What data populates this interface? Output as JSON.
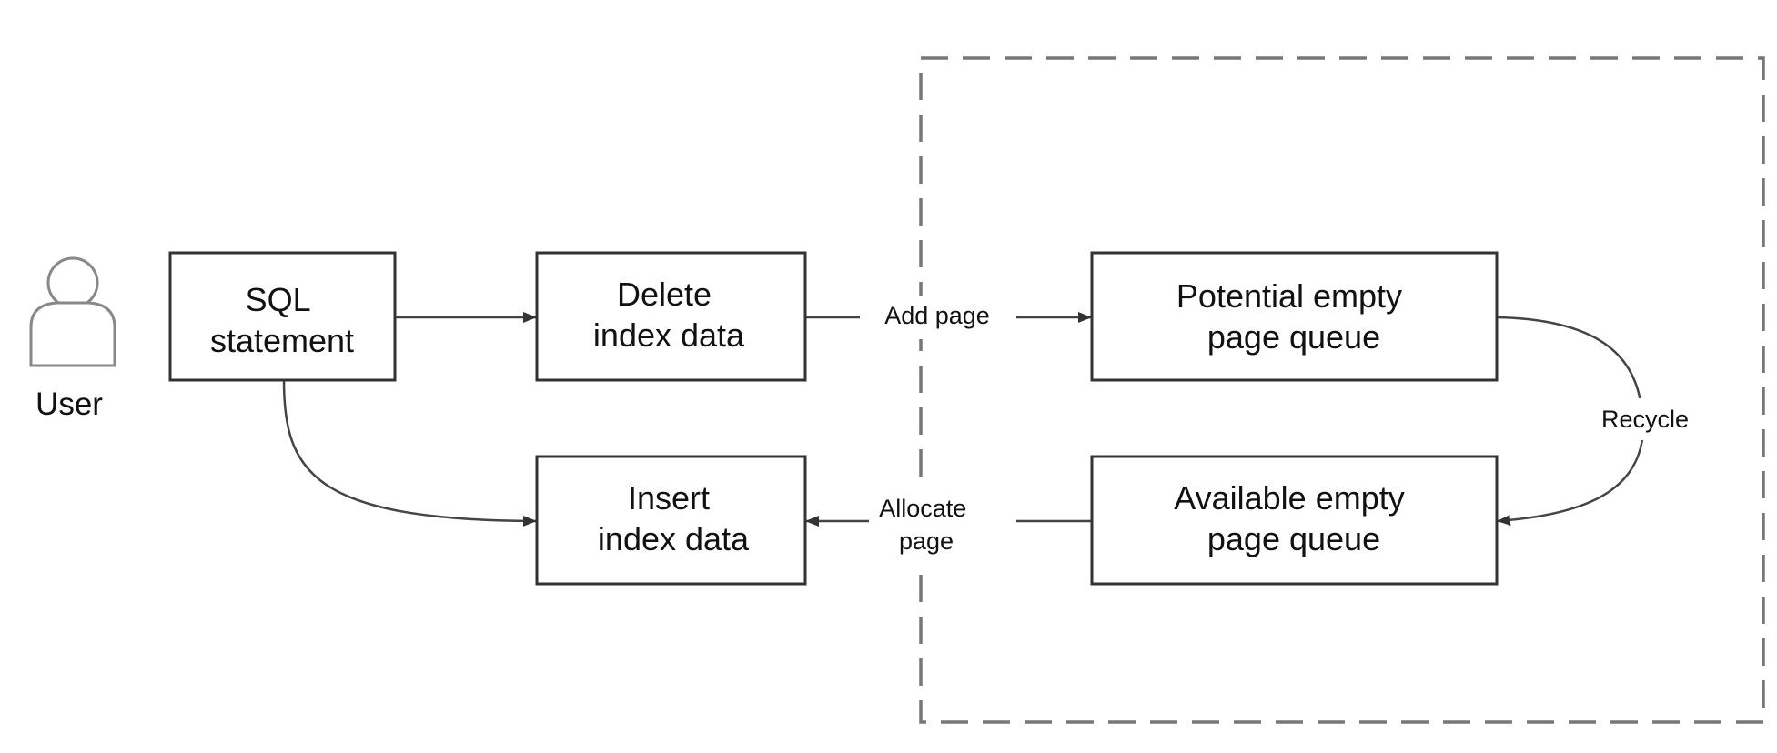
{
  "actor": {
    "label": "User"
  },
  "nodes": {
    "sql_statement": {
      "lines": [
        "SQL",
        "statement"
      ]
    },
    "delete_index_data": {
      "lines": [
        "Delete",
        "index data"
      ]
    },
    "insert_index_data": {
      "lines": [
        "Insert",
        "index data"
      ]
    },
    "potential_empty_page_queue": {
      "lines": [
        "Potential empty",
        "page queue"
      ]
    },
    "available_empty_page_queue": {
      "lines": [
        "Available empty",
        "page queue"
      ]
    }
  },
  "edges": {
    "add_page": {
      "lines": [
        "Add page"
      ]
    },
    "allocate_page": {
      "lines": [
        "Allocate",
        "page"
      ]
    },
    "recycle": {
      "lines": [
        "Recycle"
      ]
    }
  },
  "colors": {
    "stroke": "#333333",
    "dashed_boundary": "#777777",
    "text": "#111111"
  }
}
